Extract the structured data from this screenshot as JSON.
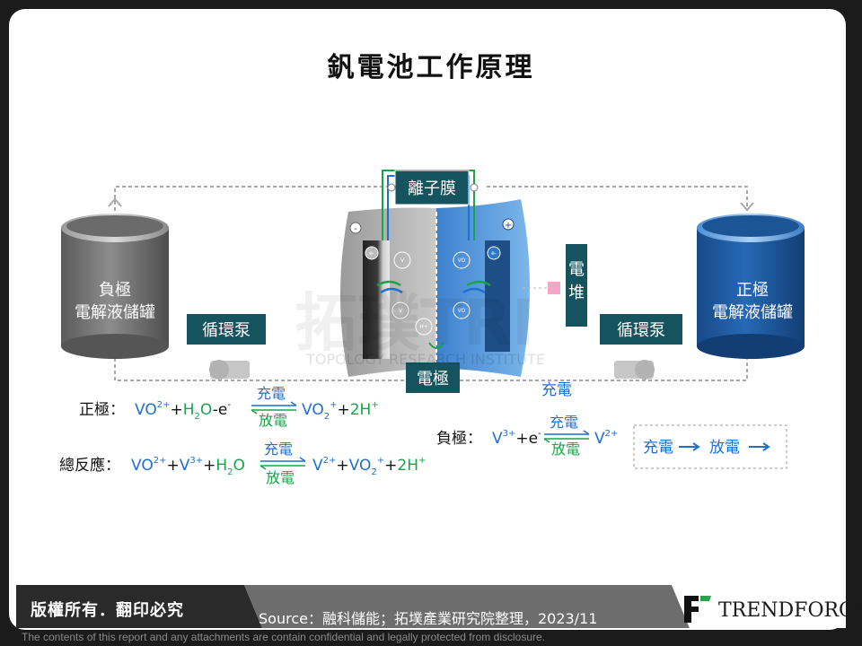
{
  "title": "釩電池工作原理",
  "labels": {
    "membrane": "離子膜",
    "electrode": "電極",
    "stack": "電堆",
    "pump_left": "循環泵",
    "pump_right": "循環泵",
    "tank_left_line1": "負極",
    "tank_left_line2": "電解液儲罐",
    "tank_right_line1": "正極",
    "tank_right_line2": "電解液儲罐",
    "charge_mid": "充電",
    "watermark_cn": "拓璞TRI",
    "watermark_en": "TOPOLOGY RESEARCH INSTITUTE",
    "minus_sign": "-",
    "plus_sign": "+"
  },
  "ion_labels": [
    "e-",
    "V",
    "V",
    "H+",
    "VO",
    "VO",
    "e-"
  ],
  "equations": {
    "positive_label": "正極：",
    "negative_label": "負極：",
    "total_label": "總反應：",
    "charge": "充電",
    "discharge": "放電"
  },
  "legend": {
    "charge": "充電",
    "discharge": "放電"
  },
  "footer": {
    "rights": "版權所有．翻印必究",
    "source": "Source：融科儲能；拓墣產業研究院整理，2023/11",
    "brand": "TRENDFORCE",
    "disclaimer": "The contents of this report and any attachments are contain confidential and legally protected from disclosure."
  },
  "colors": {
    "charge": "#1f6fd1",
    "discharge": "#1aa34a",
    "teal_box": "#15535e",
    "tank_blue": "#1c5ea8",
    "tank_gray": "#6e6e6e"
  }
}
